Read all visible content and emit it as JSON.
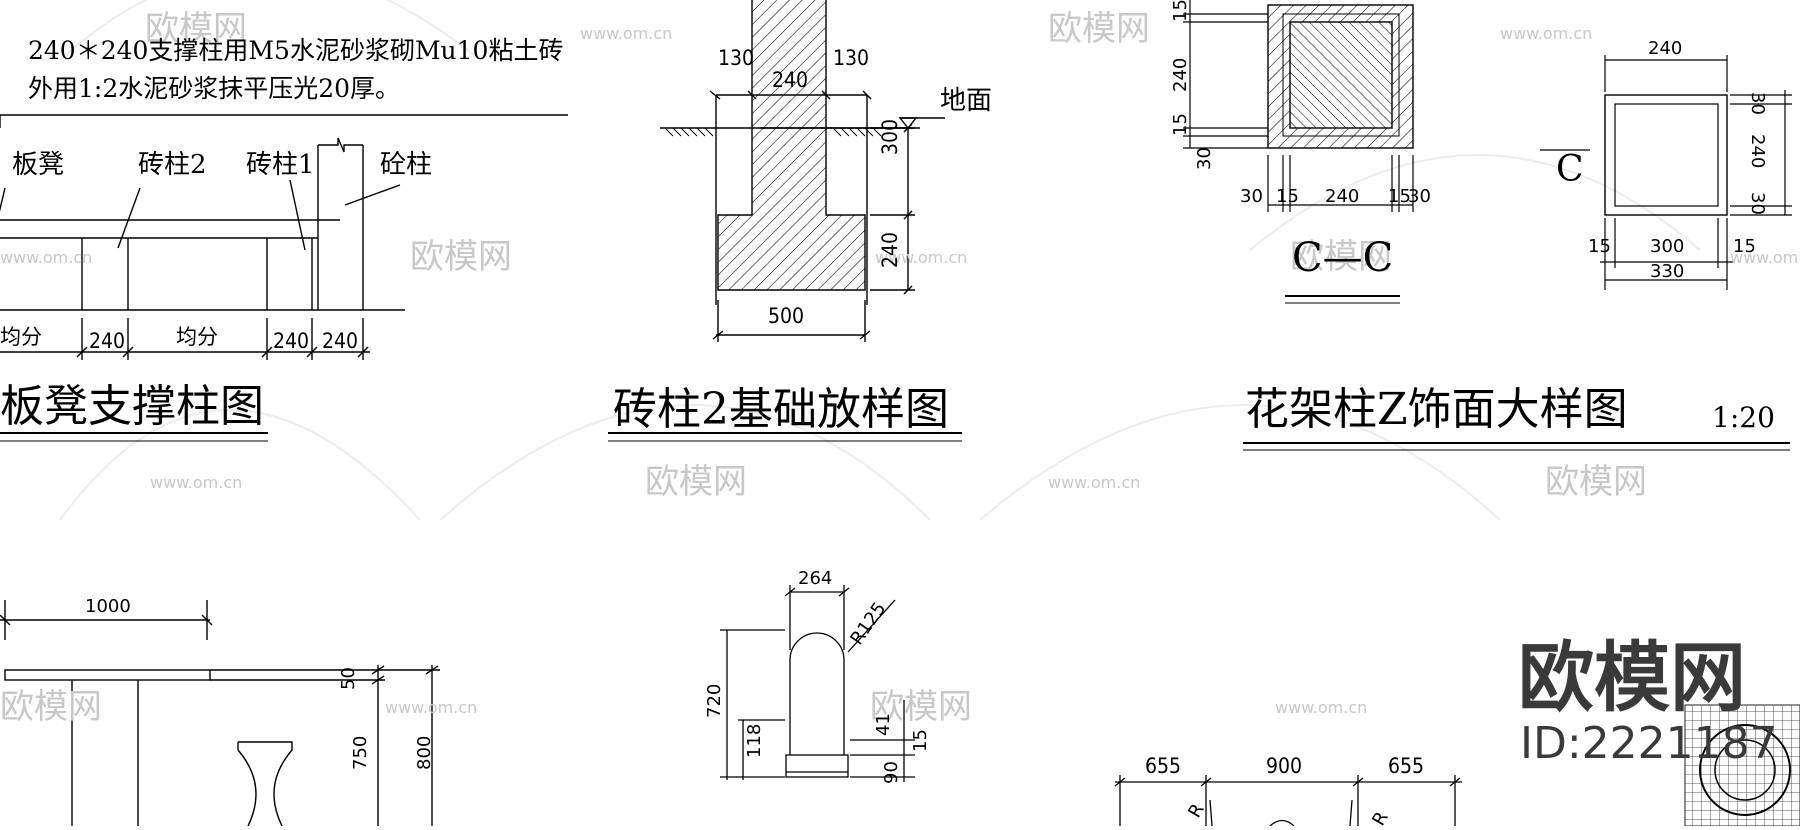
{
  "panel_bench": {
    "note_line1": "240＊240支撑柱用M5水泥砂浆砌Mu10粘土砖",
    "note_line2": "外用1:2水泥砂浆抹平压光20厚。",
    "labels": {
      "bench": "板凳",
      "brick_col2": "砖柱2",
      "brick_col1": "砖柱1",
      "concrete_col": "砼柱"
    },
    "dims": {
      "even_left": "均分",
      "d240_a": "240",
      "even_mid": "均分",
      "d240_b": "240",
      "d240_c": "240"
    },
    "title": "板凳支撑柱图"
  },
  "panel_foundation": {
    "dims": {
      "left130": "130",
      "mid240": "240",
      "right130": "130",
      "h300": "300",
      "h240": "240",
      "w500": "500"
    },
    "ground_label": "地面",
    "title": "砖柱2基础放样图"
  },
  "panel_finish": {
    "section_dims": {
      "d15_top": "15",
      "d240_v": "240",
      "d15_bot": "15",
      "d30_bot": "30",
      "b30_l": "30",
      "b15_l": "15",
      "b240": "240",
      "b15_r": "15",
      "b30_r": "30"
    },
    "section_label": "C—C",
    "plan_dims": {
      "t240": "240",
      "r30_t": "30",
      "r240": "240",
      "r30_b": "30",
      "b15_l": "15",
      "b300": "300",
      "b15_r": "15",
      "b330": "330"
    },
    "cut_mark": "C",
    "title": "花架柱Z饰面大样图",
    "scale": "1:20"
  },
  "panel_table": {
    "dims": {
      "w1000": "1000",
      "h50": "50",
      "h750": "750",
      "h800": "800"
    }
  },
  "panel_post": {
    "dims": {
      "w264": "264",
      "r125": "R125",
      "h720": "720",
      "h118": "118",
      "h41": "41",
      "h15": "15",
      "h90": "90"
    }
  },
  "panel_plan": {
    "dims": {
      "w655_l": "655",
      "w900": "900",
      "w655_r": "655",
      "r_partial": "R",
      "r_partial2": "R"
    }
  },
  "watermarks": {
    "brand": "欧模网",
    "url": "www.om.cn"
  },
  "brand": {
    "name": "欧模网",
    "id": "ID:2221187"
  }
}
